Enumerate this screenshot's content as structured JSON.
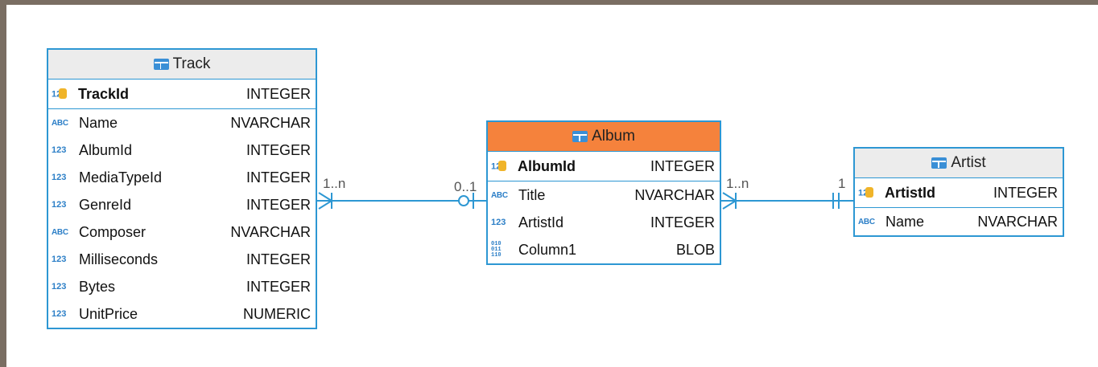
{
  "entities": {
    "track": {
      "name": "Track",
      "icon": "table-icon",
      "primary_key": {
        "name": "TrackId",
        "type": "INTEGER",
        "type_icon": "123"
      },
      "columns": [
        {
          "name": "Name",
          "type": "NVARCHAR",
          "type_icon": "ABC"
        },
        {
          "name": "AlbumId",
          "type": "INTEGER",
          "type_icon": "123"
        },
        {
          "name": "MediaTypeId",
          "type": "INTEGER",
          "type_icon": "123"
        },
        {
          "name": "GenreId",
          "type": "INTEGER",
          "type_icon": "123"
        },
        {
          "name": "Composer",
          "type": "NVARCHAR",
          "type_icon": "ABC"
        },
        {
          "name": "Milliseconds",
          "type": "INTEGER",
          "type_icon": "123"
        },
        {
          "name": "Bytes",
          "type": "INTEGER",
          "type_icon": "123"
        },
        {
          "name": "UnitPrice",
          "type": "NUMERIC",
          "type_icon": "123"
        }
      ]
    },
    "album": {
      "name": "Album",
      "icon": "table-icon",
      "highlighted": true,
      "header_color": "#f5823c",
      "primary_key": {
        "name": "AlbumId",
        "type": "INTEGER",
        "type_icon": "123"
      },
      "columns": [
        {
          "name": "Title",
          "type": "NVARCHAR",
          "type_icon": "ABC"
        },
        {
          "name": "ArtistId",
          "type": "INTEGER",
          "type_icon": "123"
        },
        {
          "name": "Column1",
          "type": "BLOB",
          "type_icon": "010 011 110"
        }
      ]
    },
    "artist": {
      "name": "Artist",
      "icon": "table-icon",
      "primary_key": {
        "name": "ArtistId",
        "type": "INTEGER",
        "type_icon": "123"
      },
      "columns": [
        {
          "name": "Name",
          "type": "NVARCHAR",
          "type_icon": "ABC"
        }
      ]
    }
  },
  "relationships": [
    {
      "from": "Track",
      "to": "Album",
      "from_card": "1..n",
      "to_card": "0..1"
    },
    {
      "from": "Album",
      "to": "Artist",
      "from_card": "1..n",
      "to_card": "1"
    }
  ],
  "colors": {
    "border": "#2d97d3",
    "header_bg": "#ececec",
    "highlight_header": "#f5823c",
    "frame": "#7a6e63"
  }
}
